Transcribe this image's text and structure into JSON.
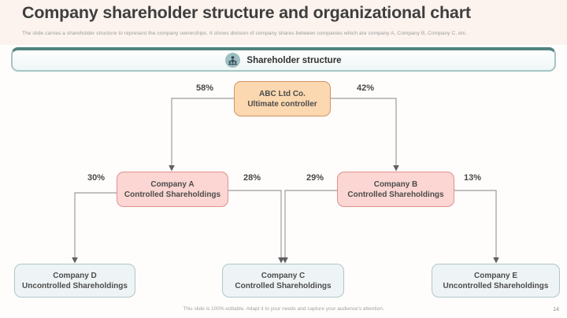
{
  "slide": {
    "title": "Company shareholder structure and organizational chart",
    "subtitle": "The slide carries a shareholder structure to represent the company ownerships. It shows division of company shares between companies which are company A, Company B, Company C, etc.",
    "footer": "This slide is 100% editable. Adapt it to your needs and capture your audience's attention.",
    "page_number": "14"
  },
  "banner": {
    "label": "Shareholder structure",
    "icon": "shareholders-group-icon"
  },
  "org_chart": {
    "nodes": [
      {
        "id": "abc",
        "line1": "ABC Ltd Co.",
        "line2": "Ultimate controller",
        "style": "controller"
      },
      {
        "id": "company-a",
        "line1": "Company A",
        "line2": "Controlled Shareholdings",
        "style": "controlled"
      },
      {
        "id": "company-b",
        "line1": "Company B",
        "line2": "Controlled Shareholdings",
        "style": "controlled"
      },
      {
        "id": "company-d",
        "line1": "Company D",
        "line2": "Uncontrolled Shareholdings",
        "style": "plain"
      },
      {
        "id": "company-c",
        "line1": "Company C",
        "line2": "Controlled Shareholdings",
        "style": "plain"
      },
      {
        "id": "company-e",
        "line1": "Company E",
        "line2": "Uncontrolled Shareholdings",
        "style": "plain"
      }
    ],
    "edges": [
      {
        "from": "abc",
        "to": "company-a",
        "label": "58%"
      },
      {
        "from": "abc",
        "to": "company-b",
        "label": "42%"
      },
      {
        "from": "company-a",
        "to": "company-d",
        "label": "30%"
      },
      {
        "from": "company-a",
        "to": "company-c",
        "label": "28%"
      },
      {
        "from": "company-b",
        "to": "company-c",
        "label": "29%"
      },
      {
        "from": "company-b",
        "to": "company-e",
        "label": "13%"
      }
    ],
    "colors": {
      "title_band_bg": "#fcf3ee",
      "banner_border": "#a5c4c4",
      "banner_border_top": "#50837f",
      "controller_fill": "#fcd8b0",
      "controller_border": "#cf9466",
      "controlled_fill": "#fbd6d2",
      "controlled_border": "#de928f",
      "plain_fill": "#eef4f5",
      "plain_border": "#b0c5c9",
      "connector": "#9c9c9c"
    }
  }
}
